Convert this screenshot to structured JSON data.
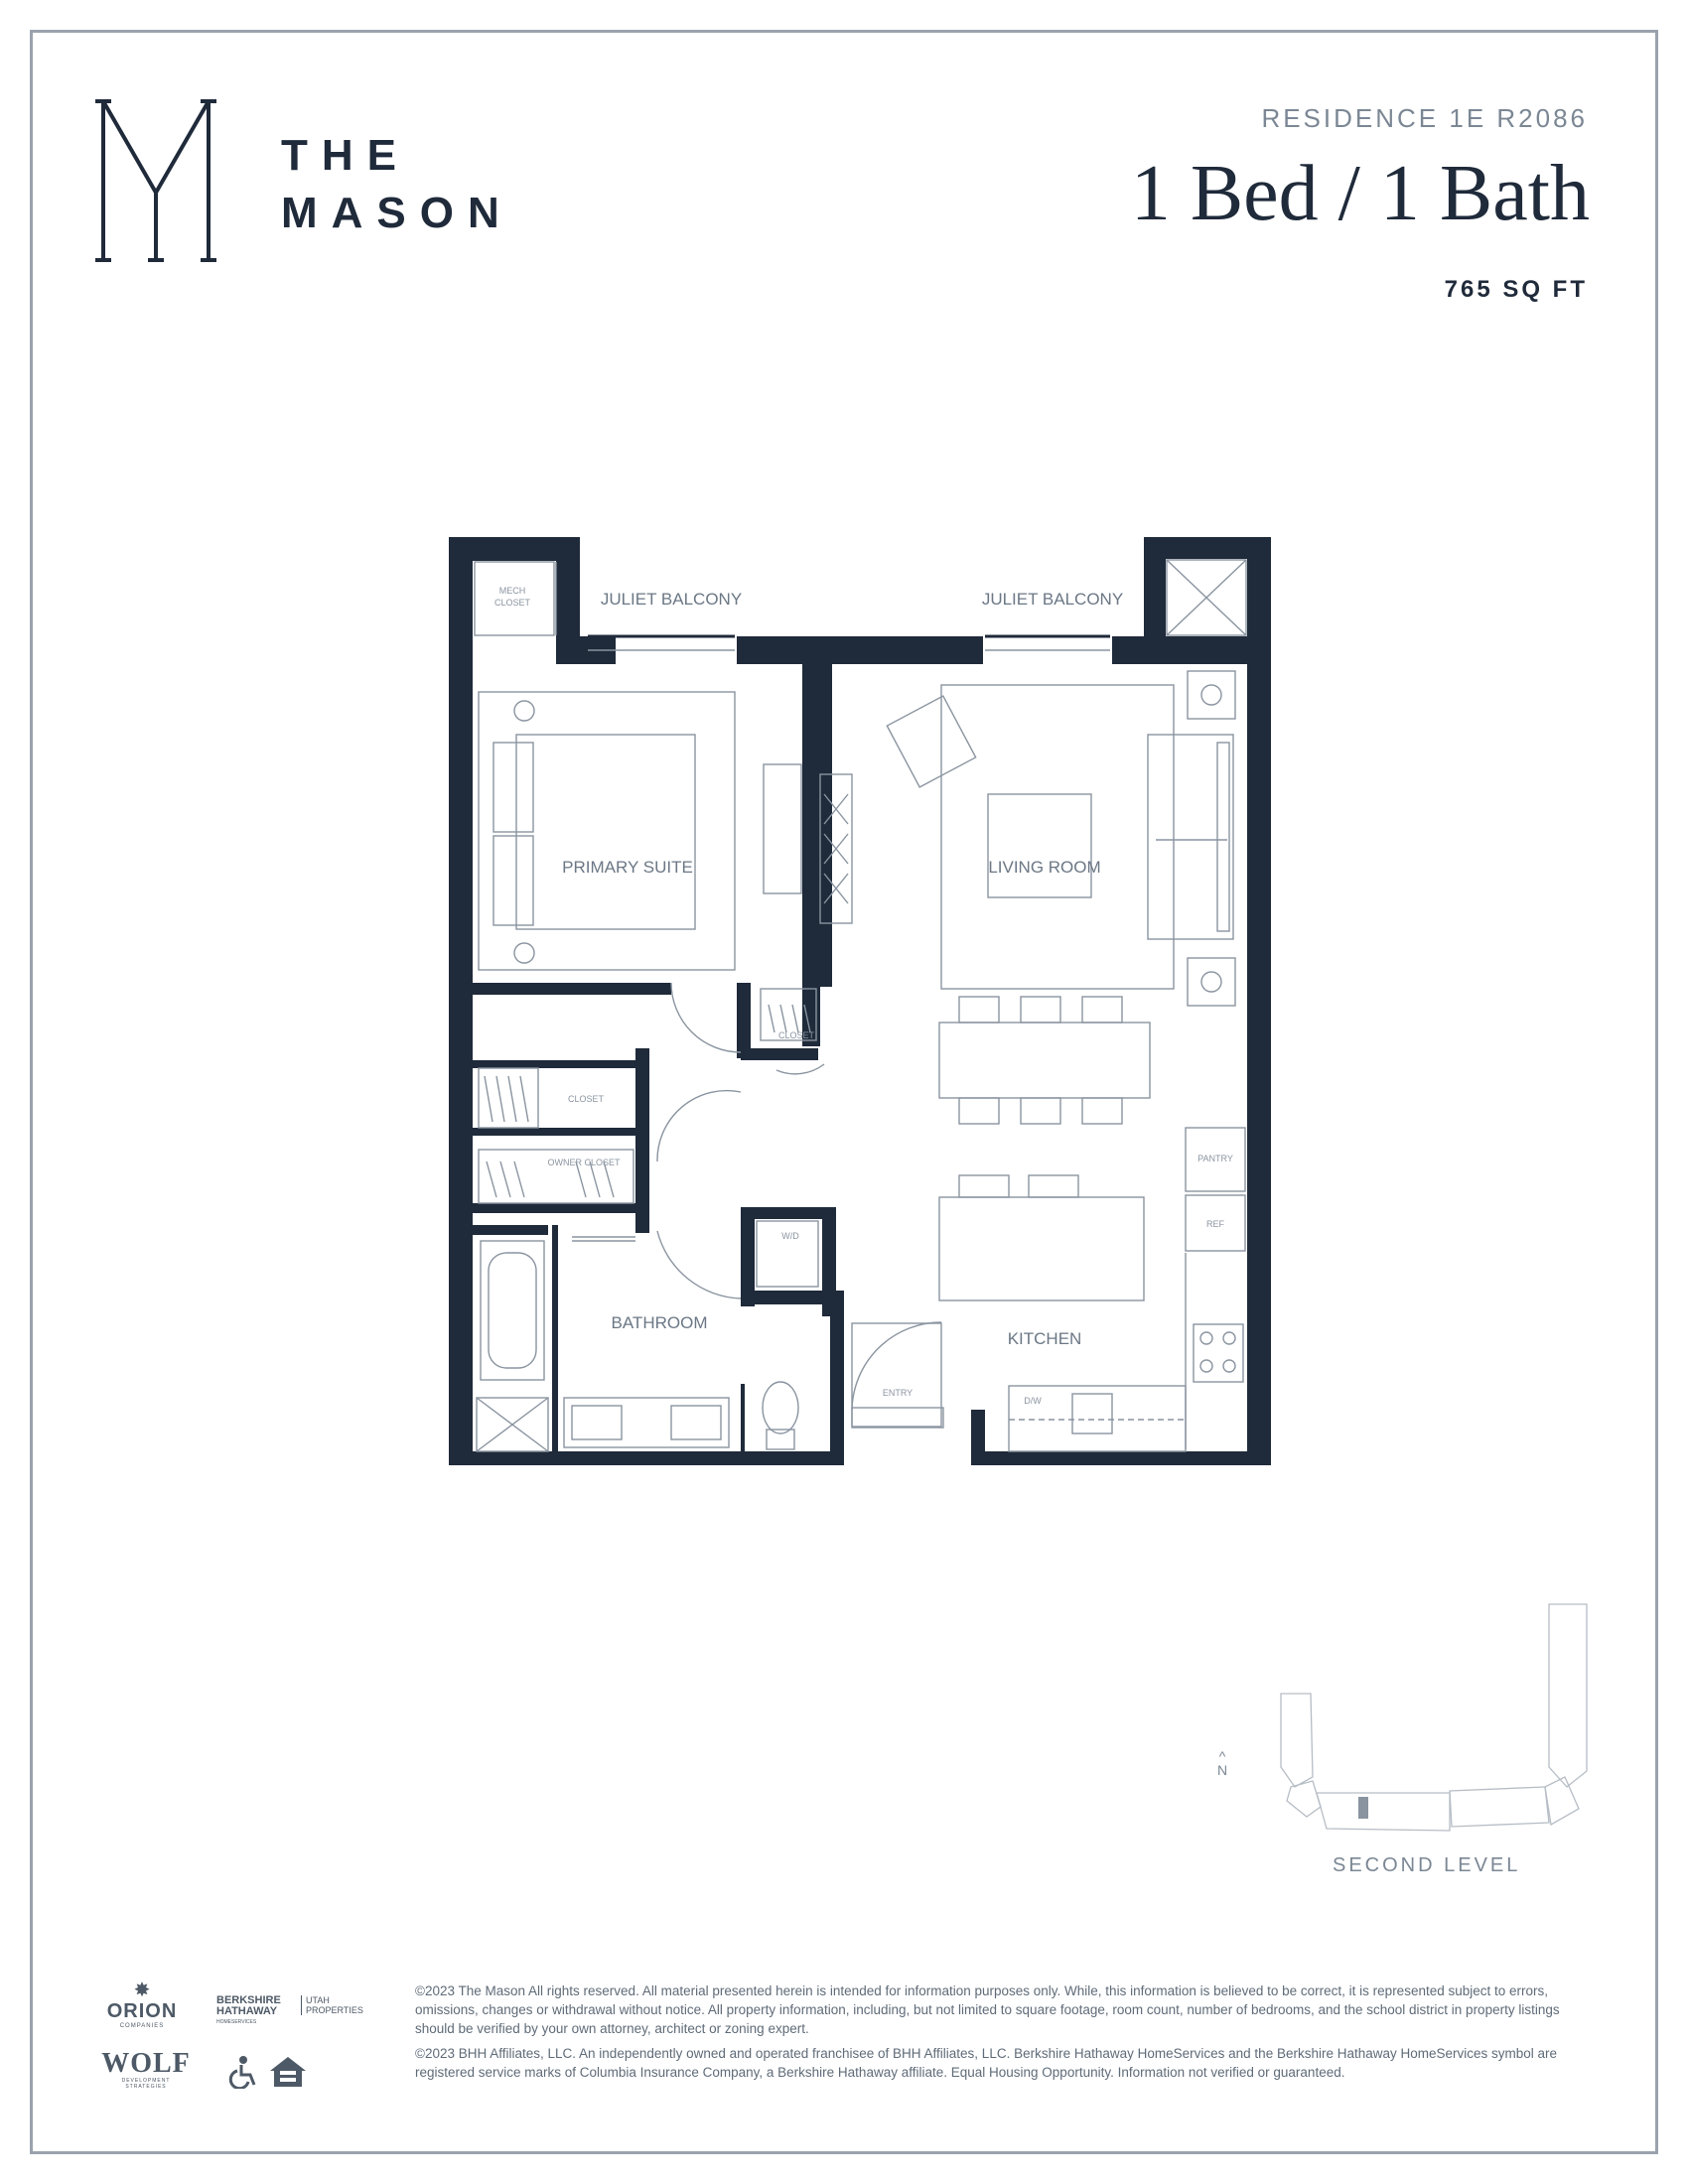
{
  "brand": {
    "line1": "THE",
    "line2": "MASON"
  },
  "unit": {
    "residence": "RESIDENCE 1E R2086",
    "type": "1 Bed / 1 Bath",
    "size": "765 SQ FT"
  },
  "rooms": {
    "primary_suite": "PRIMARY SUITE",
    "living_room": "LIVING ROOM",
    "bathroom": "BATHROOM",
    "kitchen": "KITCHEN",
    "juliet_balcony_left": "JULIET BALCONY",
    "juliet_balcony_right": "JULIET BALCONY",
    "mech_closet_1": "MECH",
    "mech_closet_2": "CLOSET",
    "closet_small": "CLOSET",
    "closet": "CLOSET",
    "owner_closet": "OWNER CLOSET",
    "wd": "W/D",
    "pantry": "PANTRY",
    "ref": "REF",
    "entry": "ENTRY",
    "dw": "D/W"
  },
  "keyplan": {
    "label": "SECOND LEVEL",
    "north": "N"
  },
  "legal": {
    "p1": "©2023 The Mason All rights reserved. All material presented herein is intended for information purposes only. While, this information is believed to be correct, it is represented subject to errors, omissions, changes or withdrawal without notice. All property information, including, but not limited to square footage, room count, number of bedrooms, and the school district in property listings should be verified by your own attorney, architect or zoning expert.",
    "p2": "©2023 BHH Affiliates, LLC. An independently owned and operated franchisee of BHH Affiliates, LLC. Berkshire Hathaway HomeServices and the Berkshire Hathaway HomeServices symbol are registered service marks of Columbia Insurance Company, a Berkshire Hathaway affiliate. Equal Housing Opportunity. Information not verified or guaranteed."
  },
  "partners": {
    "orion": "ORION",
    "orion_sub": "COMPANIES",
    "bh_line1": "BERKSHIRE",
    "bh_line2": "HATHAWAY",
    "bh_line3": "HOMESERVICES",
    "utah_line1": "UTAH",
    "utah_line2": "PROPERTIES",
    "wolf": "WOLF",
    "wolf_sub": "DEVELOPMENT STRATEGIES"
  },
  "colors": {
    "wall": "#1f2a3a",
    "line": "#8a94a0",
    "accent_gray": "#7b8794"
  }
}
